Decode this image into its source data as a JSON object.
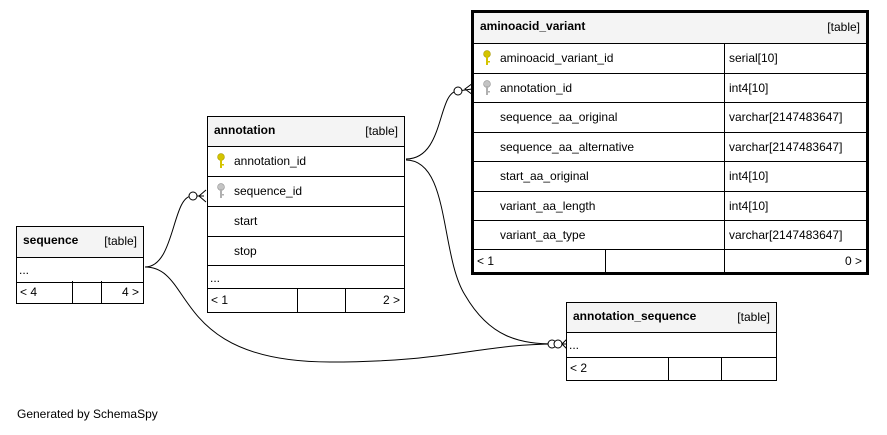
{
  "footer_text": "Generated by SchemaSpy",
  "tables": {
    "sequence": {
      "name": "sequence",
      "kind": "[table]",
      "more": "...",
      "parents": "< 4",
      "children": "4 >"
    },
    "annotation": {
      "name": "annotation",
      "kind": "[table]",
      "columns": [
        {
          "name": "annotation_id",
          "key": "primary"
        },
        {
          "name": "sequence_id",
          "key": "foreign"
        },
        {
          "name": "start",
          "key": ""
        },
        {
          "name": "stop",
          "key": ""
        }
      ],
      "more": "...",
      "parents": "< 1",
      "children": "2 >"
    },
    "aminoacid_variant": {
      "name": "aminoacid_variant",
      "kind": "[table]",
      "columns": [
        {
          "name": "aminoacid_variant_id",
          "type": "serial[10]",
          "key": "primary"
        },
        {
          "name": "annotation_id",
          "type": "int4[10]",
          "key": "foreign"
        },
        {
          "name": "sequence_aa_original",
          "type": "varchar[2147483647]",
          "key": ""
        },
        {
          "name": "sequence_aa_alternative",
          "type": "varchar[2147483647]",
          "key": ""
        },
        {
          "name": "start_aa_original",
          "type": "int4[10]",
          "key": ""
        },
        {
          "name": "variant_aa_length",
          "type": "int4[10]",
          "key": ""
        },
        {
          "name": "variant_aa_type",
          "type": "varchar[2147483647]",
          "key": ""
        }
      ],
      "parents": "< 1",
      "children": "0 >"
    },
    "annotation_sequence": {
      "name": "annotation_sequence",
      "kind": "[table]",
      "more": "...",
      "parents": "< 2"
    }
  },
  "colors": {
    "primary_key": "#d4c400",
    "foreign_key": "#a8a8a8",
    "header_bg": "#f4f4f4"
  }
}
